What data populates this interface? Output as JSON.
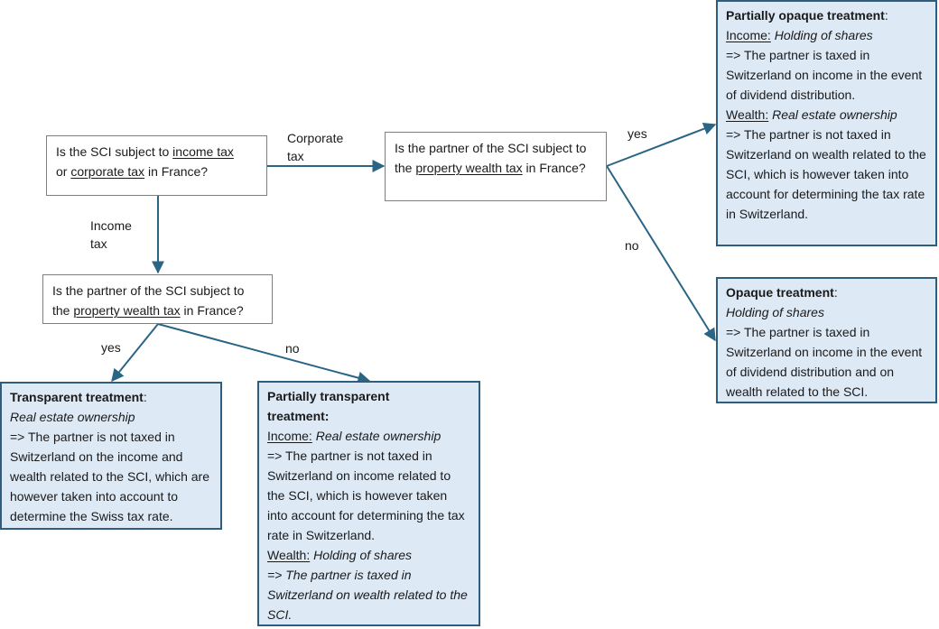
{
  "q1": {
    "t1": "Is the SCI subject to ",
    "u1": "income tax",
    "t2": "or ",
    "u2": "corporate tax",
    "t3": " in France?"
  },
  "q2": {
    "t1": "Is the partner of the SCI subject to the ",
    "u1": "property wealth tax",
    "t2": " in France?"
  },
  "q3": {
    "t1": "Is the partner of the SCI subject to the ",
    "u1": "property wealth tax",
    "t2": " in France?"
  },
  "labels": {
    "corporate_tax": "Corporate tax",
    "income_tax": "Income tax",
    "yes_top": "yes",
    "no_right": "no",
    "yes_left": "yes",
    "no_mid": "no"
  },
  "partially_opaque": {
    "title": "Partially opaque treatment",
    "colon": ":",
    "income_label": "Income:",
    "income_value": " Holding of shares",
    "income_text": "=> The partner is taxed in Switzerland on income in the event of dividend distribution.",
    "wealth_label": "Wealth:",
    "wealth_value": " Real estate ownership",
    "wealth_text": "=> The partner is not taxed in Switzerland on wealth related to the SCI, which is however taken into account for determining the tax rate in Switzerland."
  },
  "opaque": {
    "title": "Opaque treatment",
    "colon": ":",
    "subtitle": "Holding of shares",
    "text": "=> The partner is taxed in Switzerland on income in the event of dividend distribution and on wealth related to the SCI."
  },
  "transparent": {
    "title": "Transparent treatment",
    "colon": ":",
    "subtitle": "Real estate ownership",
    "text": "=> The partner is not taxed in Switzerland on the income and wealth related to the SCI, which are however taken into account to determine the Swiss tax rate."
  },
  "partially_transparent": {
    "title": "Partially transparent treatment:",
    "income_label": "Income:",
    "income_value": " Real estate ownership",
    "income_text": "=> The partner is not taxed in Switzerland on income related to the SCI, which is however taken into account for determining the tax rate in Switzerland.",
    "wealth_label": "Wealth:",
    "wealth_value": " Holding of shares",
    "wealth_text": "=> The partner is taxed in Switzerland on wealth related to the SCI."
  },
  "colors": {
    "arrow": "#2a6585",
    "result_fill": "#dde9f5",
    "result_border": "#2f5d7e",
    "question_border": "#7f7f7f"
  }
}
